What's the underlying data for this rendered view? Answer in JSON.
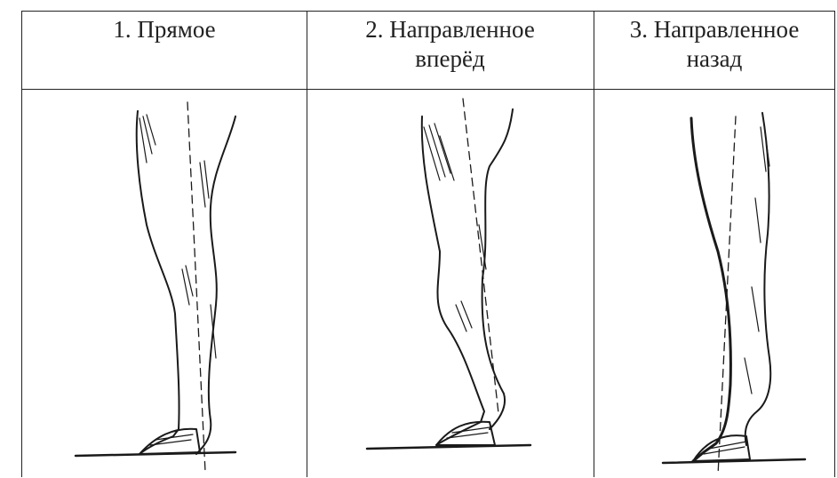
{
  "table": {
    "columns": [
      {
        "line1": "1. Прямое",
        "line2": ""
      },
      {
        "line1": "2. Направленное",
        "line2": "вперёд"
      },
      {
        "line1": "3. Направленное",
        "line2": "назад"
      }
    ]
  }
}
